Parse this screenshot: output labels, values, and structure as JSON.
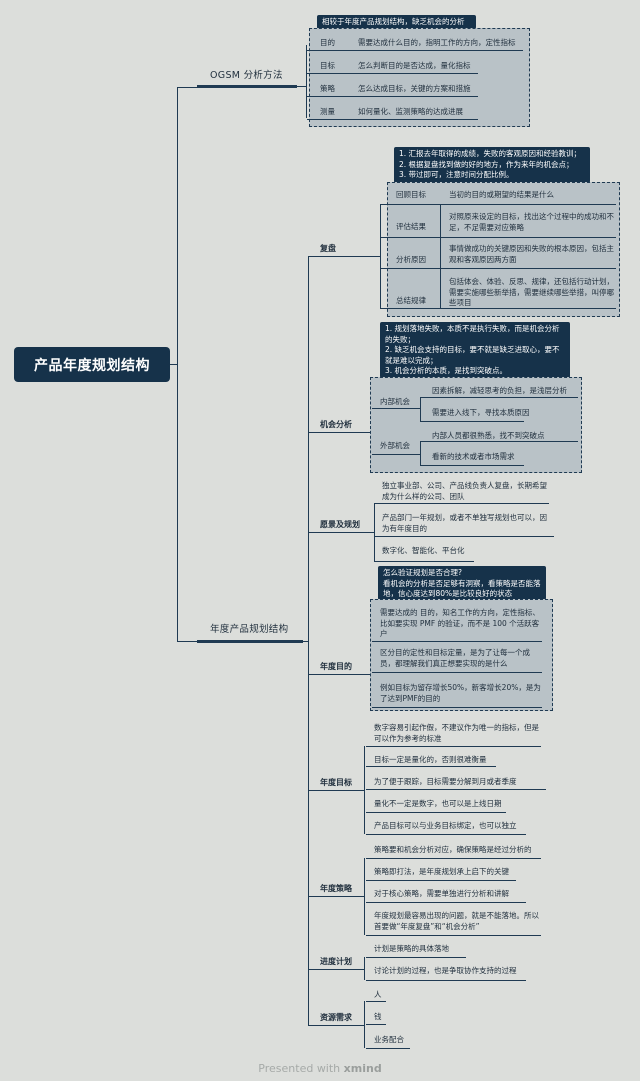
{
  "root": "产品年度规划结构",
  "ogsm": {
    "title": "OGSM 分析方法",
    "callout": "相较于年度产品规划结构，缺乏机会的分析",
    "rows": [
      {
        "k": "目的",
        "v": "需要达成什么目的，指明工作的方向，定性指标"
      },
      {
        "k": "目标",
        "v": "怎么判断目的是否达成，量化指标"
      },
      {
        "k": "策略",
        "v": "怎么达成目标，关键的方案和措施"
      },
      {
        "k": "测量",
        "v": "如何量化、监测策略的达成进展"
      }
    ]
  },
  "plan": {
    "title": "年度产品规划结构",
    "fupan": {
      "label": "复盘",
      "callout": [
        "1. 汇报去年取得的成绩，失败的客观原因和经验教训；",
        "2. 根据复盘找到做的好的地方，作为来年的机会点；",
        "3. 带过即可，注意时间分配比例。"
      ],
      "rows": [
        {
          "k": "回顾目标",
          "v": "当初的目的或期望的结果是什么"
        },
        {
          "k": "评估结果",
          "v": "对照原来设定的目标，找出这个过程中的成功和不足，不足需要对应策略"
        },
        {
          "k": "分析原因",
          "v": "事情做成功的关键原因和失败的根本原因，包括主观和客观原因两方面"
        },
        {
          "k": "总结规律",
          "v": "包括体会、体验、反思、规律，还包括行动计划，需要实施哪些新举措，需要继续哪些举措，叫停哪些项目"
        }
      ]
    },
    "jihui": {
      "label": "机会分析",
      "callout": [
        "1. 规划落地失败，本质不是执行失败，而是机会分析的失败；",
        "2. 缺乏机会支持的目标，要不就是缺乏进取心，要不就是难以完成；",
        "3. 机会分析的本质，是找到突破点。"
      ],
      "groups": [
        {
          "k": "内部机会",
          "items": [
            "因素拆解，减轻思考的负担，是浅层分析",
            "需要进入线下，寻找本质原因"
          ]
        },
        {
          "k": "外部机会",
          "items": [
            "内部人员都很熟悉，找不到突破点",
            "看新的技术或者市场需求"
          ]
        }
      ]
    },
    "yuanjing": {
      "label": "愿景及规划",
      "items": [
        "独立事业部、公司、产品线负责人复盘，长期希望成为什么样的公司、团队",
        "产品部门一年规划，或者不单独写规划也可以，因为有年度目的",
        "数字化、智能化、平台化"
      ]
    },
    "mudi": {
      "label": "年度目的",
      "callout": [
        "怎么验证规划是否合理?",
        "看机会的分析是否足够有洞察，看策略是否能落地，信心度达到80%是比较良好的状态"
      ],
      "items": [
        "需要达成的 目的，知名工作的方向，定性指标、比如要实现 PMF 的验证，而不是 100 个活跃客户",
        "区分目的定性和目标定量，是为了让每一个成员，都理解我们真正想要实现的是什么",
        "例如目标为留存增长50%，新客增长20%，是为了达到PMF的目的"
      ]
    },
    "mubiao": {
      "label": "年度目标",
      "items": [
        "数字容易引起作假，不建议作为唯一的指标，但是可以作为参考的标准",
        "目标一定是量化的，否则很难衡量",
        "为了便于跟踪，目标需要分解到月或者季度",
        "量化不一定是数字，也可以是上线日期",
        "产品目标可以与业务目标绑定，也可以独立"
      ]
    },
    "celue": {
      "label": "年度策略",
      "items": [
        "策略要和机会分析对应，确保策略是经过分析的",
        "策略即打法，是年度规划承上启下的关键",
        "对于核心策略，需要单独进行分析和讲解",
        "年度规划最容易出现的问题，就是不能落地。所以首要做“年度复盘”和“机会分析”"
      ]
    },
    "jindu": {
      "label": "进度计划",
      "items": [
        "计划是策略的具体落地",
        "讨论计划的过程，也是争取协作支持的过程"
      ]
    },
    "ziyuan": {
      "label": "资源需求",
      "items": [
        "人",
        "钱",
        "业务配合"
      ]
    }
  },
  "footer": {
    "prefix": "Presented with ",
    "brand": "xmind"
  },
  "colors": {
    "background": "#dcdedb",
    "dark": "#16324a",
    "box": "#b9c2c7",
    "line": "#1f3a52"
  }
}
